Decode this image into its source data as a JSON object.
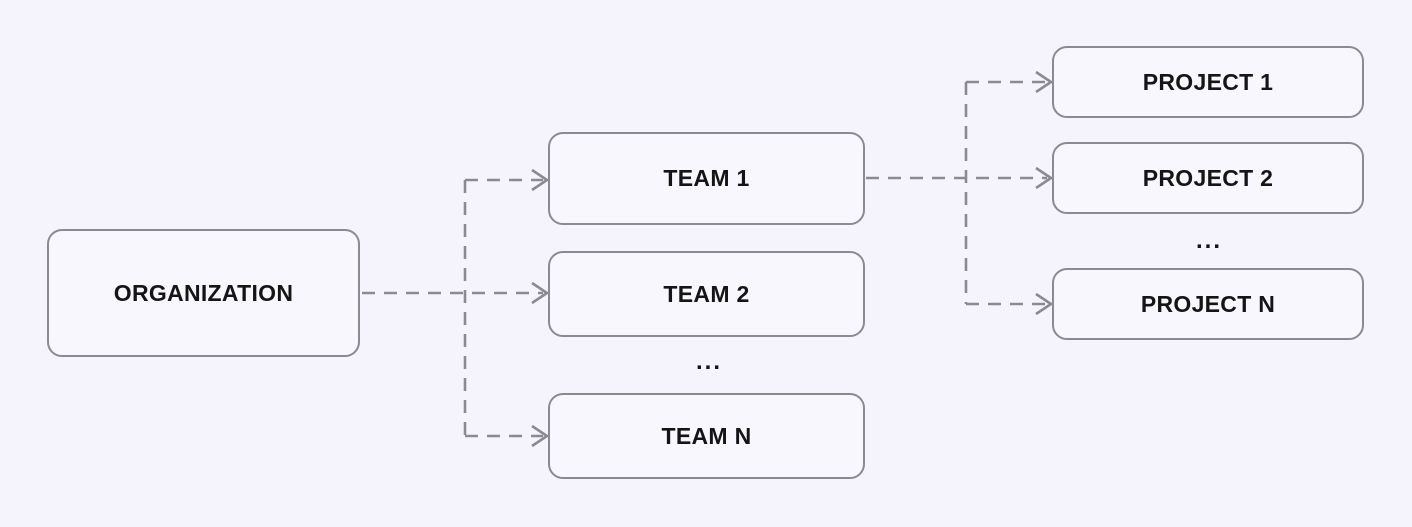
{
  "diagram": {
    "type": "org-hierarchy-flowchart",
    "colors": {
      "background": "#f5f4fc",
      "node_fill": "#f8f7fe",
      "node_border": "#8a8a91",
      "connector": "#8a8a91",
      "text": "#151515"
    },
    "nodes": {
      "organization": {
        "label": "ORGANIZATION"
      },
      "team1": {
        "label": "TEAM 1"
      },
      "team2": {
        "label": "TEAM 2"
      },
      "teams_ellipsis": {
        "label": "..."
      },
      "teamN": {
        "label": "TEAM N"
      },
      "project1": {
        "label": "PROJECT 1"
      },
      "project2": {
        "label": "PROJECT 2"
      },
      "projects_ellipsis": {
        "label": "..."
      },
      "projectN": {
        "label": "PROJECT N"
      }
    },
    "edges": [
      {
        "from": "ORGANIZATION",
        "to": "TEAM 1",
        "style": "dashed-open-arrow"
      },
      {
        "from": "ORGANIZATION",
        "to": "TEAM 2",
        "style": "dashed-open-arrow"
      },
      {
        "from": "ORGANIZATION",
        "to": "TEAM N",
        "style": "dashed-open-arrow"
      },
      {
        "from": "TEAM 1",
        "to": "PROJECT 1",
        "style": "dashed-open-arrow"
      },
      {
        "from": "TEAM 1",
        "to": "PROJECT 2",
        "style": "dashed-open-arrow"
      },
      {
        "from": "TEAM 1",
        "to": "PROJECT N",
        "style": "dashed-open-arrow"
      }
    ]
  }
}
